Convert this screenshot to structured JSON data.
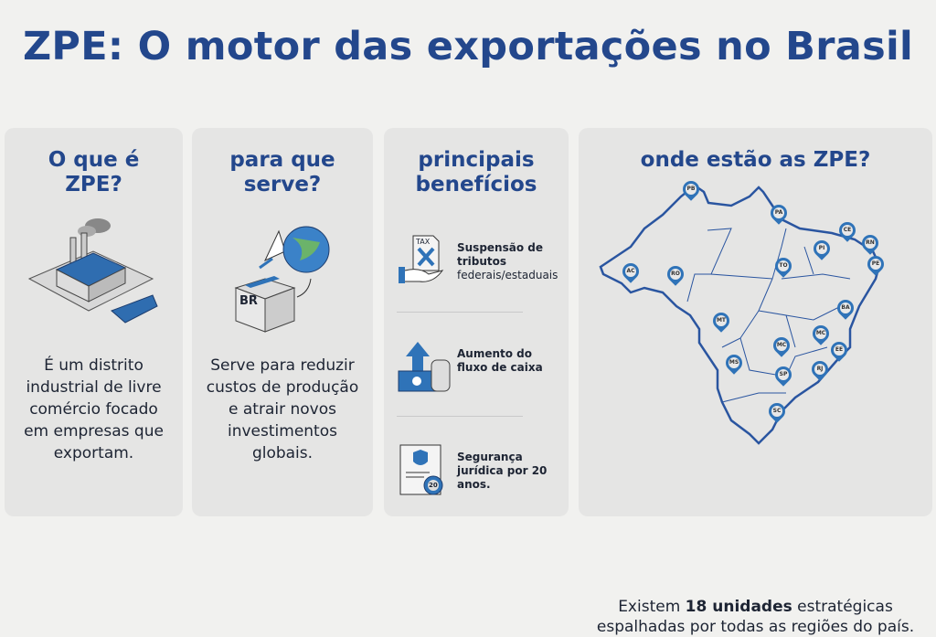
{
  "title": "ZPE: O motor das exportações no Brasil",
  "cards": [
    {
      "title": "O que é ZPE?",
      "body": "É um distrito industrial de livre comércio focado em empresas que exportam."
    },
    {
      "title": "para que serve?",
      "body": "Serve para reduzir custos de produção e atrair novos investimentos globais.",
      "box_label": "BR"
    },
    {
      "title": "principais benefícios",
      "benefits": [
        {
          "bold": "Suspensão de tributos",
          "normal": "federais/estaduais",
          "icon_label": "TAX"
        },
        {
          "bold": "Aumento do fluxo de caixa",
          "normal": ""
        },
        {
          "bold": "Segurança jurídica por 20 anos.",
          "normal": "",
          "icon_label": "20"
        }
      ]
    },
    {
      "title": "onde estão as ZPE?",
      "footer_pre": "Existem ",
      "footer_bold": "18 unidades",
      "footer_post": " estratégicas espalhadas por todas as regiões do país.",
      "pins": [
        "PB",
        "PA",
        "CE",
        "RN",
        "PI",
        "PE",
        "AC",
        "RO",
        "TO",
        "BA",
        "MT",
        "MC",
        "MC",
        "EE",
        "MS",
        "SP",
        "RJ",
        "SC"
      ]
    }
  ],
  "colors": {
    "primary": "#23478c",
    "accent": "#2f73b8"
  }
}
